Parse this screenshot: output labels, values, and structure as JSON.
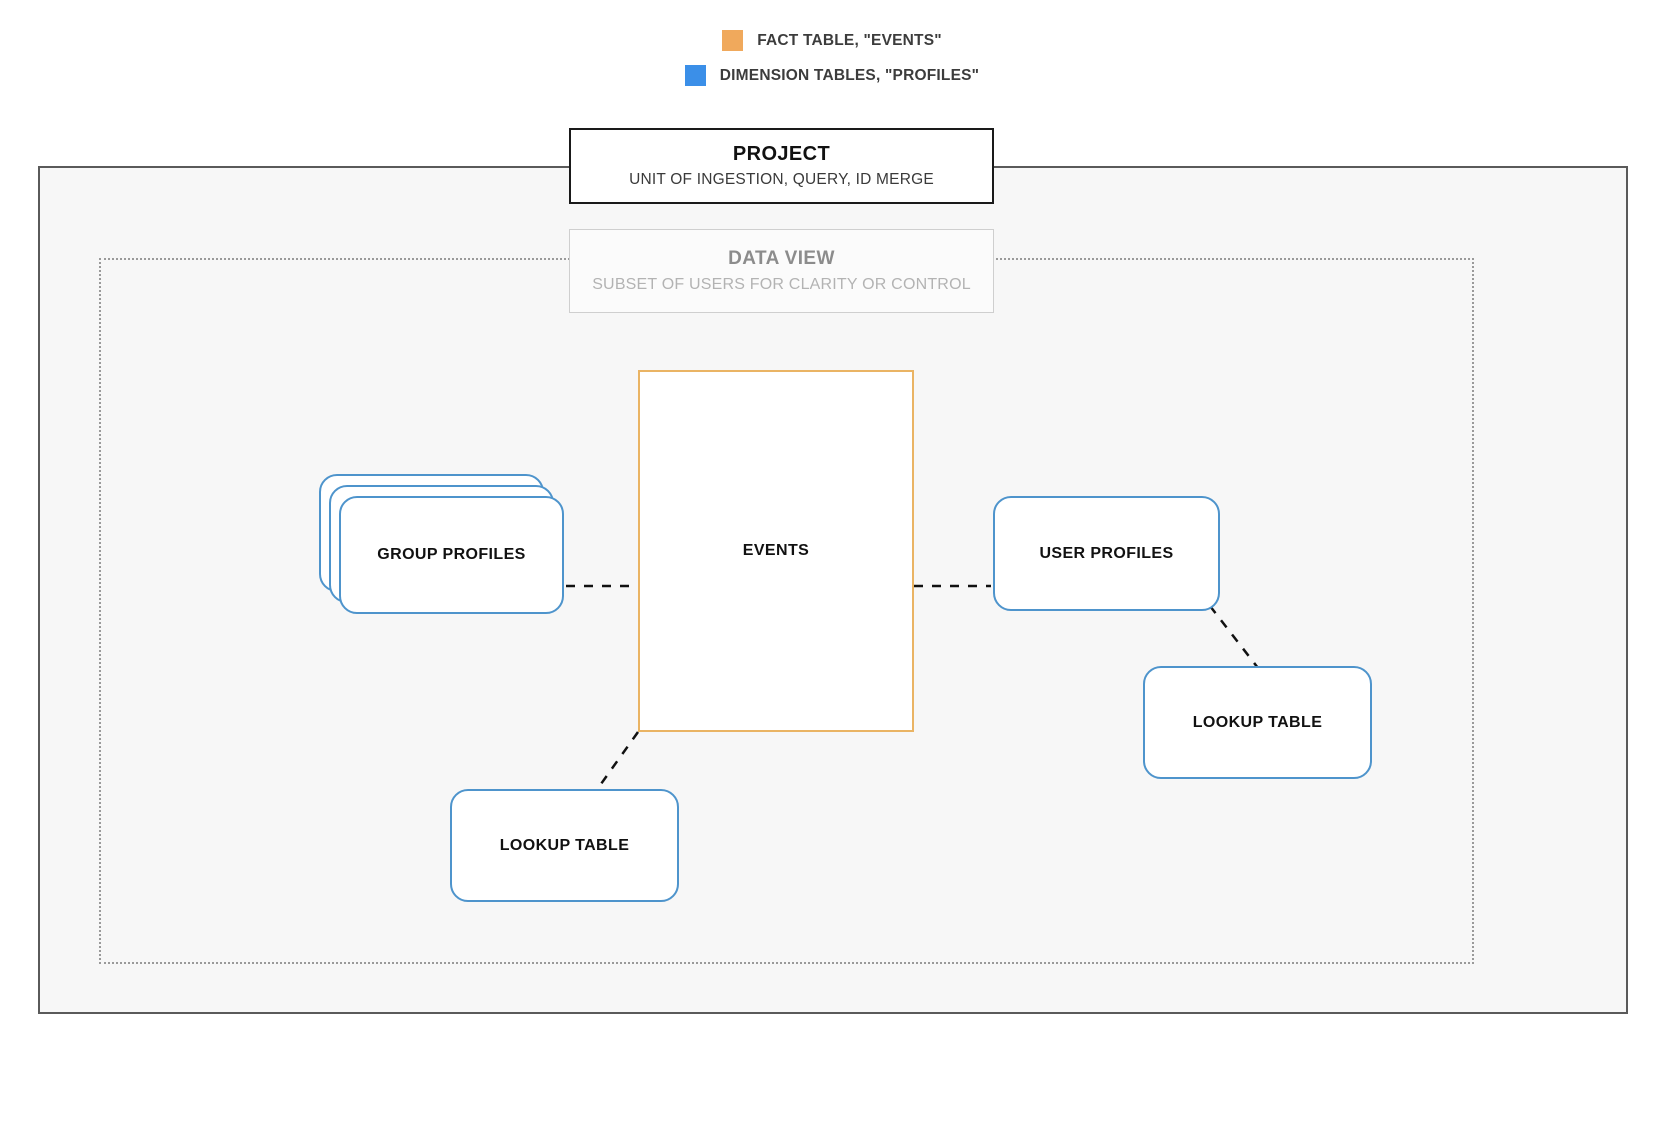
{
  "legend": {
    "items": [
      {
        "label": "FACT TABLE, \"EVENTS\"",
        "color": "#f0a95c",
        "icon": "square-swatch-orange"
      },
      {
        "label": "DIMENSION TABLES, \"PROFILES\"",
        "color": "#3b8fe8",
        "icon": "square-swatch-blue"
      }
    ]
  },
  "project": {
    "title": "PROJECT",
    "subtitle": "UNIT OF INGESTION, QUERY, ID MERGE",
    "border_color": "#1a1a1a",
    "background_color": "#f7f7f7"
  },
  "data_view": {
    "title": "DATA VIEW",
    "subtitle": "SUBSET OF USERS FOR CLARITY OR CONTROL",
    "border_color": "#9a9a9a",
    "text_color": "#8c8c8c"
  },
  "nodes": {
    "events": {
      "label": "EVENTS",
      "type": "fact-table",
      "border_color": "#eab464"
    },
    "group_profiles": {
      "label": "GROUP PROFILES",
      "type": "dimension-table-stack",
      "stack_count": 3,
      "border_color": "#4e94cc"
    },
    "user_profiles": {
      "label": "USER PROFILES",
      "type": "dimension-table",
      "border_color": "#4e94cc"
    },
    "lookup_table_left": {
      "label": "LOOKUP TABLE",
      "type": "lookup-table",
      "border_color": "#4e94cc"
    },
    "lookup_table_right": {
      "label": "LOOKUP TABLE",
      "type": "lookup-table",
      "border_color": "#4e94cc"
    }
  },
  "connections": [
    {
      "from": "group_profiles",
      "to": "events",
      "style": "dashed",
      "orientation": "horizontal"
    },
    {
      "from": "events",
      "to": "user_profiles",
      "style": "dashed",
      "orientation": "horizontal"
    },
    {
      "from": "user_profiles",
      "to": "lookup_table_right",
      "style": "dashed",
      "orientation": "diagonal"
    },
    {
      "from": "events",
      "to": "lookup_table_left",
      "style": "dashed",
      "orientation": "diagonal"
    }
  ]
}
